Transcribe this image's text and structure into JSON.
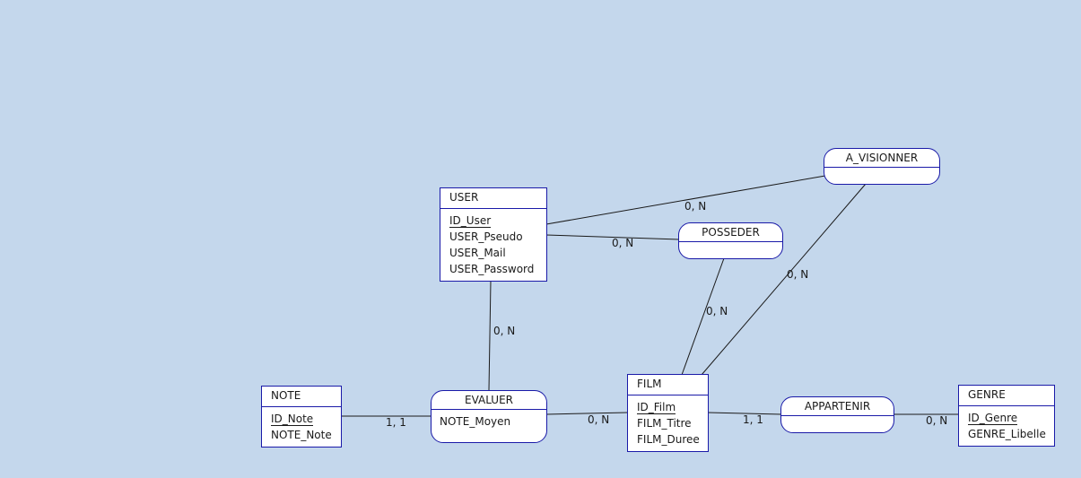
{
  "entities": {
    "user": {
      "name": "USER",
      "fields": [
        "ID_User",
        "USER_Pseudo",
        "USER_Mail",
        "USER_Password"
      ]
    },
    "note": {
      "name": "NOTE",
      "fields": [
        "ID_Note",
        "NOTE_Note"
      ]
    },
    "film": {
      "name": "FILM",
      "fields": [
        "ID_Film",
        "FILM_Titre",
        "FILM_Duree"
      ]
    },
    "genre": {
      "name": "GENRE",
      "fields": [
        "ID_Genre",
        "GENRE_Libelle"
      ]
    }
  },
  "associations": {
    "a_visionner": {
      "name": "A_VISIONNER",
      "fields": []
    },
    "posseder": {
      "name": "POSSEDER",
      "fields": []
    },
    "evaluer": {
      "name": "EVALUER",
      "fields": [
        "NOTE_Moyen"
      ]
    },
    "appartenir": {
      "name": "APPARTENIR",
      "fields": []
    }
  },
  "cardinalities": {
    "user_avisionner": "0, N",
    "user_posseder": "0, N",
    "film_avisionner": "0, N",
    "film_posseder": "0, N",
    "user_evaluer": "0, N",
    "note_evaluer": "1, 1",
    "film_evaluer": "0, N",
    "film_appartenir": "1, 1",
    "genre_appartenir": "0, N"
  },
  "colors": {
    "background": "#c4d7ec",
    "border": "#1a1aa8",
    "fill": "#ffffff"
  }
}
